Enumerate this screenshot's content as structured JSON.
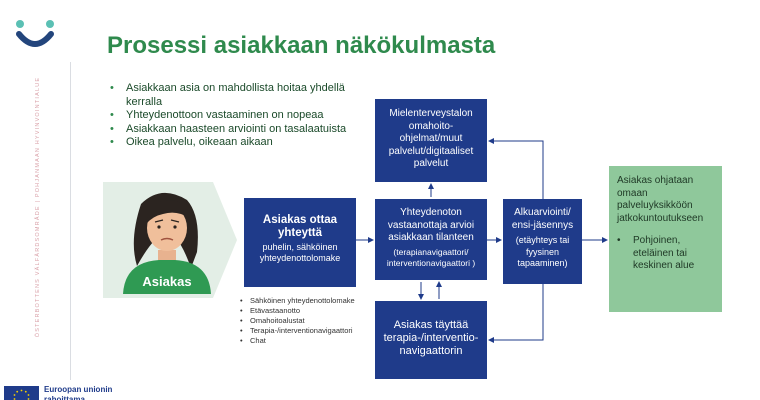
{
  "header": {
    "title": "Prosessi asiakkaan näkökulmasta",
    "side_text": "ÖSTERBOTTENS VÄLFÄRDSOMRÅDE | POHJANMAAN HYVINVOINTIALUE"
  },
  "bullets": [
    "Asiakkaan asia on mahdollista hoitaa yhdellä kerralla",
    "Yhteydenottoon vastaaminen on nopeaa",
    "Asiakkaan haasteen arviointi on tasalaatuista",
    "Oikea palvelu, oikeaan aikaan"
  ],
  "persona": {
    "label": "Asiakas"
  },
  "boxes": {
    "ottaa": {
      "title_line1": "Asiakas ottaa",
      "title_line2": "yhteyttä",
      "sub": "puhelin, sähköinen yhteydenottolomake"
    },
    "yhteydenotto": {
      "title": "Yhteydenoton vastaanottaja arvioi asiakkaan tilanteen",
      "sub": "(terapianavigaattori/ interventionavigaattori )"
    },
    "mielenterveys": {
      "text": "Mielenterveystalon omahoito-ohjelmat/muut palvelut/digitaaliset palvelut"
    },
    "asiakas_tayttaa": {
      "text": "Asiakas täyttää terapia-/interventio-navigaattorin"
    },
    "alkuarviointi": {
      "title": "Alkuarviointi/ ensi-jäsennys",
      "sub": "(etäyhteys tai fyysinen tapaaminen)"
    },
    "ohjataan": {
      "text": "Asiakas ohjataan omaan palveluyksikköön jatkokuntoutukseen",
      "bullet": "Pohjoinen, eteläinen tai keskinen alue"
    }
  },
  "channels": [
    "Sähköinen yhteydenottolomake",
    "Etävastaanotto",
    "Omahoitoalustat",
    "Terapia-/interventionavigaattori",
    "Chat"
  ],
  "footer": {
    "eu_line1": "Euroopan unionin",
    "eu_line2": "rahoittama"
  },
  "colors": {
    "title_green": "#2f8a4d",
    "navy": "#1f3b8a",
    "light_green": "#8fc89b",
    "persona_green": "#2f9a53",
    "chevron": "#e3eee6",
    "logo_teal": "#5bc0b4",
    "logo_navy": "#23457c"
  }
}
